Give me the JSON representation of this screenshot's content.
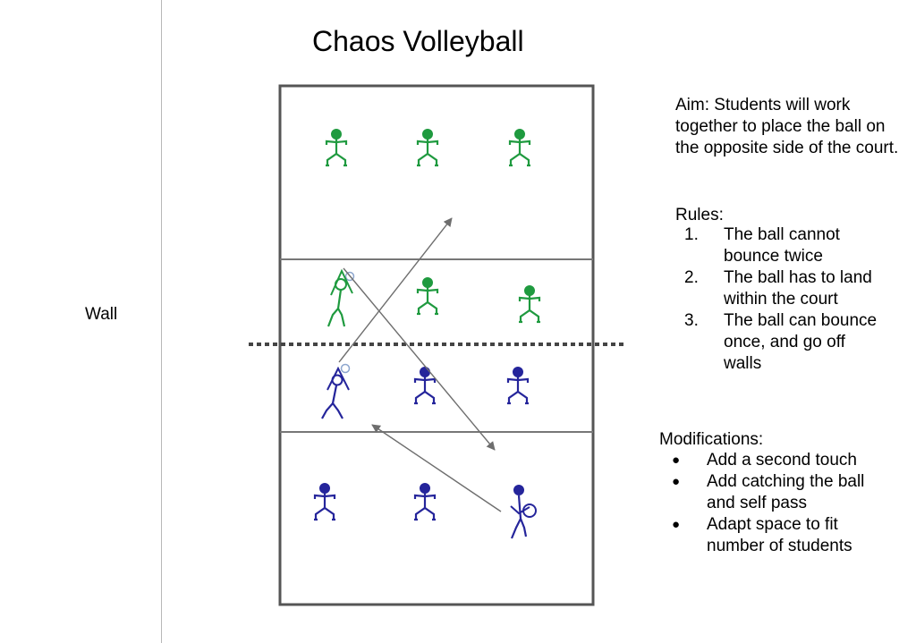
{
  "title": "Chaos Volleyball",
  "wall_label": "Wall",
  "aim": "Aim: Students will work together to place the ball on the opposite side of the court.",
  "rules": {
    "heading": "Rules:",
    "items": [
      {
        "num": "1.",
        "text": "The ball cannot bounce twice"
      },
      {
        "num": "2.",
        "text": "The ball has to land within the court"
      },
      {
        "num": "3.",
        "text": "The ball can bounce once, and go off walls"
      }
    ]
  },
  "modifications": {
    "heading": "Modifications:",
    "bullet": "●",
    "items": [
      "Add a second touch",
      "Add catching the ball and self pass",
      "Adapt space to fit number of students"
    ]
  },
  "colors": {
    "team_top": "#1f9a3f",
    "team_bottom": "#25259b",
    "court_line": "#555555",
    "net": "#444444",
    "arrow": "#6e6e6e"
  }
}
